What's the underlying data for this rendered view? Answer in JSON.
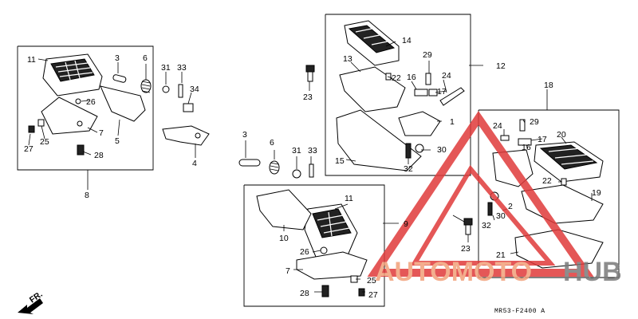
{
  "diagram": {
    "caption": "MR53-F2400 A",
    "direction_label": "FR.",
    "labels": [
      {
        "id": "l-11a",
        "text": "11"
      },
      {
        "id": "l-3a",
        "text": "3"
      },
      {
        "id": "l-6a",
        "text": "6"
      },
      {
        "id": "l-31a",
        "text": "31"
      },
      {
        "id": "l-33a",
        "text": "33"
      },
      {
        "id": "l-34",
        "text": "34"
      },
      {
        "id": "l-26a",
        "text": "26"
      },
      {
        "id": "l-7a",
        "text": "7"
      },
      {
        "id": "l-5",
        "text": "5"
      },
      {
        "id": "l-4",
        "text": "4"
      },
      {
        "id": "l-27a",
        "text": "27"
      },
      {
        "id": "l-25a",
        "text": "25"
      },
      {
        "id": "l-28a",
        "text": "28"
      },
      {
        "id": "l-8",
        "text": "8"
      },
      {
        "id": "l-14",
        "text": "14"
      },
      {
        "id": "l-13",
        "text": "13"
      },
      {
        "id": "l-29a",
        "text": "29"
      },
      {
        "id": "l-12",
        "text": "12"
      },
      {
        "id": "l-22a",
        "text": "22"
      },
      {
        "id": "l-16a",
        "text": "16"
      },
      {
        "id": "l-24a",
        "text": "24"
      },
      {
        "id": "l-17a",
        "text": "17"
      },
      {
        "id": "l-23a",
        "text": "23"
      },
      {
        "id": "l-1",
        "text": "1"
      },
      {
        "id": "l-30a",
        "text": "30"
      },
      {
        "id": "l-15",
        "text": "15"
      },
      {
        "id": "l-32a",
        "text": "32"
      },
      {
        "id": "l-18",
        "text": "18"
      },
      {
        "id": "l-24b",
        "text": "24"
      },
      {
        "id": "l-29b",
        "text": "29"
      },
      {
        "id": "l-20",
        "text": "20"
      },
      {
        "id": "l-17b",
        "text": "17"
      },
      {
        "id": "l-16b",
        "text": "16"
      },
      {
        "id": "l-22b",
        "text": "22"
      },
      {
        "id": "l-19",
        "text": "19"
      },
      {
        "id": "l-2",
        "text": "2"
      },
      {
        "id": "l-30b",
        "text": "30"
      },
      {
        "id": "l-32b",
        "text": "32"
      },
      {
        "id": "l-23b",
        "text": "23"
      },
      {
        "id": "l-21",
        "text": "21"
      },
      {
        "id": "l-3b",
        "text": "3"
      },
      {
        "id": "l-6b",
        "text": "6"
      },
      {
        "id": "l-31b",
        "text": "31"
      },
      {
        "id": "l-33b",
        "text": "33"
      },
      {
        "id": "l-11b",
        "text": "11"
      },
      {
        "id": "l-9",
        "text": "9"
      },
      {
        "id": "l-10",
        "text": "10"
      },
      {
        "id": "l-26b",
        "text": "26"
      },
      {
        "id": "l-7b",
        "text": "7"
      },
      {
        "id": "l-25b",
        "text": "25"
      },
      {
        "id": "l-28b",
        "text": "28"
      },
      {
        "id": "l-27b",
        "text": "27"
      }
    ]
  },
  "watermark": {
    "part1": "AUTOMOTO",
    "part2": "HUB",
    "color_main": "#f2a07a",
    "color_dark": "#7a7a7a",
    "color_triangle": "#e03a3a"
  }
}
